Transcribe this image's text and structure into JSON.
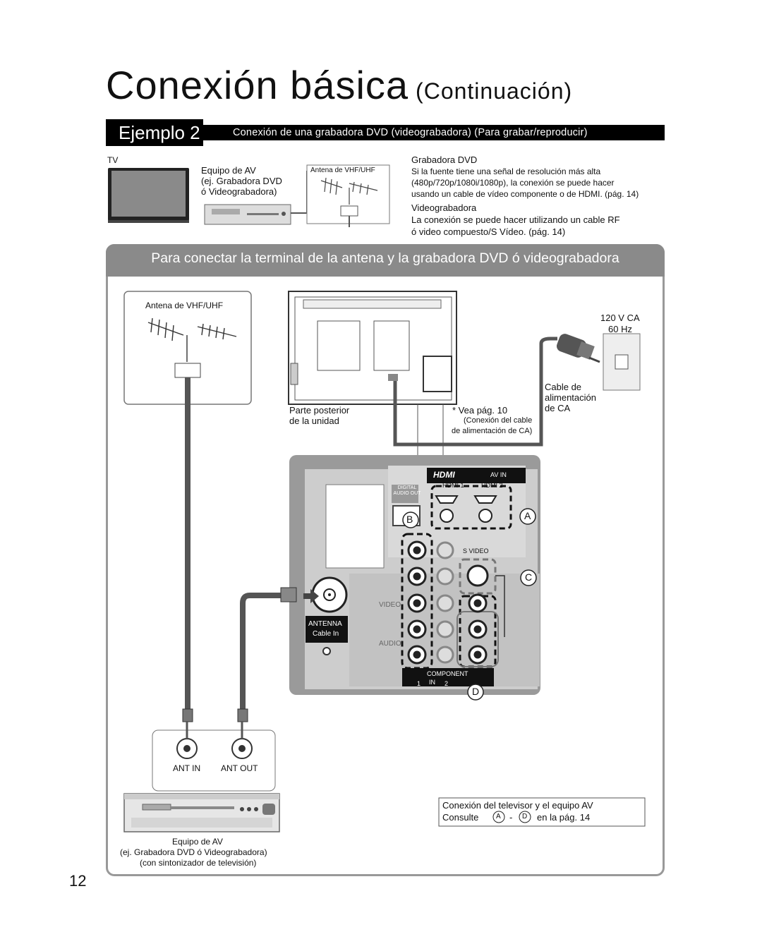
{
  "title": "Conexión básica",
  "title_continuation": "(Continuación)",
  "example": {
    "label": "Ejemplo 2",
    "description": "Conexión de una grabadora DVD (videograbadora) (Para grabar/reproducir)"
  },
  "top_diagram": {
    "tv_label": "TV",
    "av_equipment_line1": "Equipo de AV",
    "av_equipment_line2": "(ej. Grabadora DVD",
    "av_equipment_line3": "ó Videograbadora)",
    "antenna_label": "Antena de VHF/UHF"
  },
  "notes": {
    "dvd_heading": "Grabadora DVD",
    "dvd_line1": "Si la fuente tiene una señal de resolución más alta",
    "dvd_line2": "(480p/720p/1080i/1080p), la conexión se puede hacer",
    "dvd_line3": "usando un cable de vídeo componente o de HDMI. (pág. 14)",
    "vcr_heading": "Videograbadora",
    "vcr_line1": "La conexión se puede hacer utilizando un cable RF",
    "vcr_line2": "ó video compuesto/S Vídeo. (pág. 14)"
  },
  "panel_heading": "Para conectar la terminal de la antena y la grabadora DVD ó videograbadora",
  "diagram": {
    "antenna_box_label": "Antena de VHF/UHF",
    "power_voltage": "120 V CA",
    "power_freq": "60 Hz",
    "power_cable_line1": "Cable de",
    "power_cable_line2": "alimentación",
    "power_cable_line3": "de CA",
    "rear_line1": "Parte posterior",
    "rear_line2": "de la unidad",
    "see_page": "* Vea pág. 10",
    "see_page_sub1": "(Conexión del cable",
    "see_page_sub2": "de alimentación de CA)",
    "hdmi_logo": "HDMI",
    "av_in": "AV IN",
    "hdmi1": "HDMI 1",
    "hdmi2": "HDMI 2",
    "digital_audio_out": "DIGITAL AUDIO OUT",
    "s_video": "S VIDEO",
    "video": "VIDEO",
    "audio": "AUDIO",
    "antenna_port_line1": "ANTENNA",
    "antenna_port_line2": "Cable In",
    "component": "COMPONENT",
    "in_label": "IN",
    "in1": "1",
    "in2": "2",
    "marker_a": "A",
    "marker_b": "B",
    "marker_c": "C",
    "marker_d": "D",
    "ant_in": "ANT IN",
    "ant_out": "ANT OUT",
    "consult_line1": "Conexión del televisor y el equipo AV",
    "consult_prefix": "Consulte",
    "consult_a": "A",
    "consult_dash": "-",
    "consult_d": "D",
    "consult_suffix": "en la pág. 14",
    "bottom_equipment_line1": "Equipo de AV",
    "bottom_equipment_line2": "(ej. Grabadora DVD ó Videograbadora)",
    "bottom_equipment_line3": "(con sintonizador de televisión)"
  },
  "page_number": "12"
}
